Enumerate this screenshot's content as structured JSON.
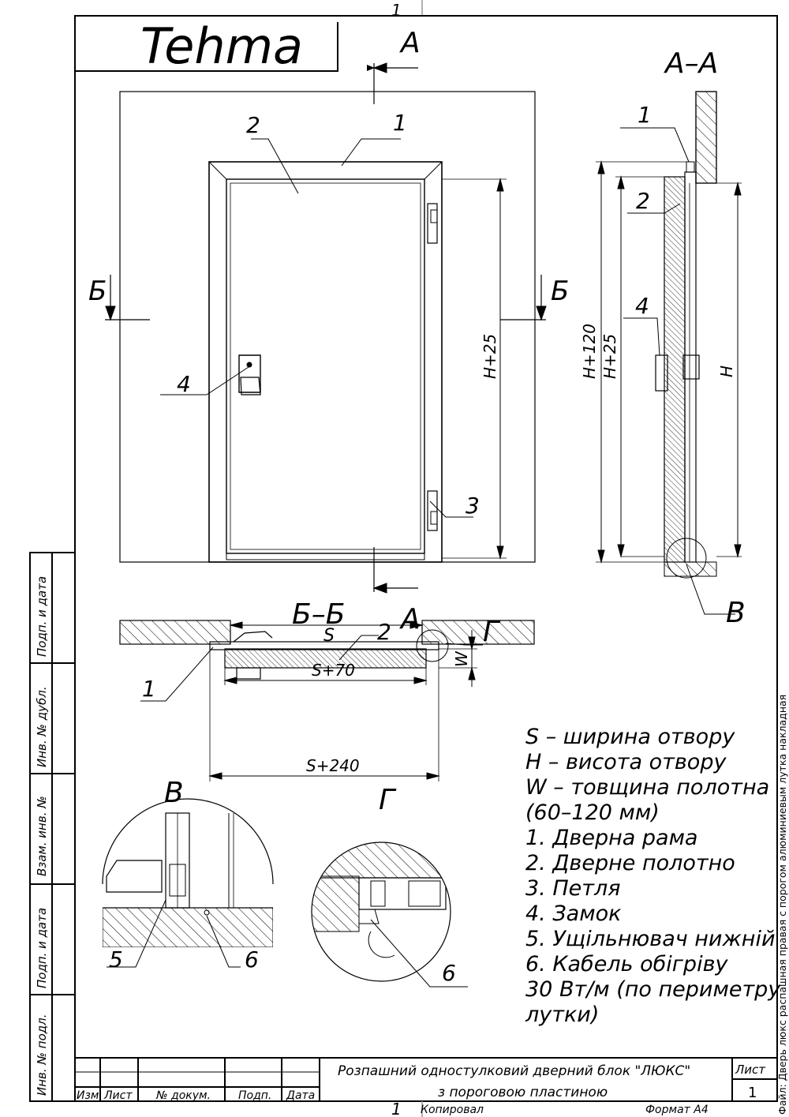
{
  "logo_text": "Tehma",
  "sheet_number_top": "1",
  "sheet_number_bottom": "1",
  "section_marks": {
    "a": "А",
    "aa": "А–А",
    "bb_mark": "Б",
    "bb": "Б–Б",
    "v": "В",
    "g": "Г"
  },
  "callouts": [
    "1",
    "2",
    "3",
    "4",
    "5",
    "6"
  ],
  "dimensions": {
    "h_plus_25": "H+25",
    "h_plus_120": "H+120",
    "h": "H",
    "s": "S",
    "s_plus_70": "S+70",
    "s_plus_240": "S+240",
    "w": "W"
  },
  "legend": [
    "S – ширина отвору",
    "H – висота отвору",
    "W – товщина полотна",
    "(60–120 мм)",
    "1. Дверна рама",
    "2. Дверне полотно",
    "3. Петля",
    "4. Замок",
    "5. Ущільнювач нижній",
    "6. Кабель обігріву",
    "30 Вт/м (по периметру",
    "лутки)"
  ],
  "side_stamp": [
    "Подп. и дата",
    "Инв. № дубл.",
    "Взам. инв. №",
    "Подп. и дата",
    "Инв. № подл."
  ],
  "title_block": {
    "title_line1": "Розпашний одностулковий дверний блок \"ЛЮКС\"",
    "title_line2": "з пороговою пластиною",
    "sheet_label": "Лист",
    "sheet_value": "1",
    "columns": [
      "Изм.",
      "Лист",
      "№ докум.",
      "Подп.",
      "Дата"
    ]
  },
  "footer": {
    "copied": "Копировал",
    "format": "Формат А4"
  },
  "file_note": "Файл: Дверь люкс распашная правая с порогом алюминиевым лутка накладная"
}
